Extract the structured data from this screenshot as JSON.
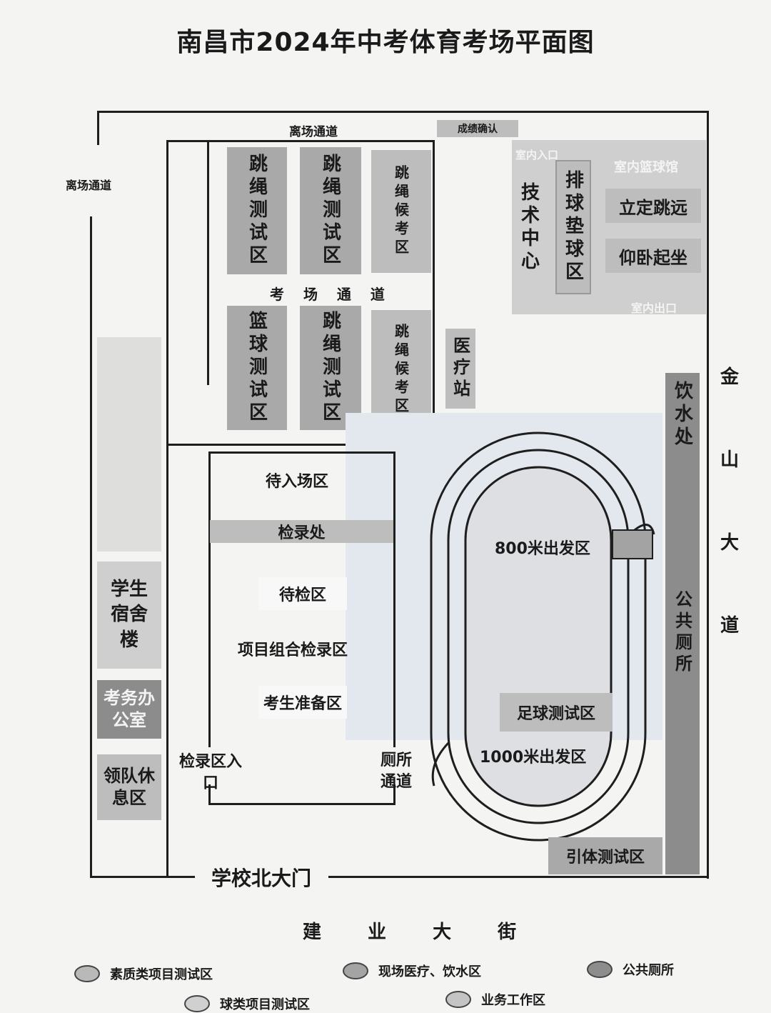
{
  "title": "南昌市2024年中考体育考场平面图",
  "labels": {
    "top_passage": "离场通道",
    "left_passage": "离场通道",
    "results_confirm": "成绩确认",
    "middle_passage": "考 场 通 道",
    "north_gate": "学校北大门",
    "street_bottom": "建 业 大 街",
    "road_right": "金山大道"
  },
  "zones": {
    "rope_test_1": "跳绳测试区",
    "rope_test_2": "跳绳测试区",
    "rope_wait_1": "跳绳候考区",
    "basketball_test": "篮球测试区",
    "rope_test_3": "跳绳测试区",
    "rope_wait_2": "跳绳候考区",
    "tech_center": "技术中心",
    "volleyball": "排球垫球区",
    "indoor_entry": "室内入口",
    "indoor_gym": "室内篮球馆",
    "long_jump": "立定跳远",
    "sit_ups": "仰卧起坐",
    "indoor_exit": "室内出口",
    "medical": "医疗站",
    "water": "饮水处",
    "toilet": "公共厕所",
    "dorm": "学生宿舍楼",
    "office": "考务办公室",
    "leader_rest": "领队休息区",
    "waiting_entry": "待入场区",
    "checkin": "检录处",
    "waiting_check": "待检区",
    "combo_checkin": "项目组合检录区",
    "prep": "考生准备区",
    "checkin_entry": "检录区入口",
    "toilet_passage": "厕所通道",
    "start_800": "800米出发区",
    "football": "足球测试区",
    "start_1000": "1000米出发区",
    "pullup": "引体测试区"
  },
  "legend": [
    {
      "label": "素质类项目测试区",
      "color": "#b9b9b9"
    },
    {
      "label": "现场医疗、饮水区",
      "color": "#a4a4a4"
    },
    {
      "label": "公共厕所",
      "color": "#8d8d8d"
    },
    {
      "label": "球类项目测试区",
      "color": "#d0d0d0"
    },
    {
      "label": "业务工作区",
      "color": "#c4c4c4"
    }
  ]
}
